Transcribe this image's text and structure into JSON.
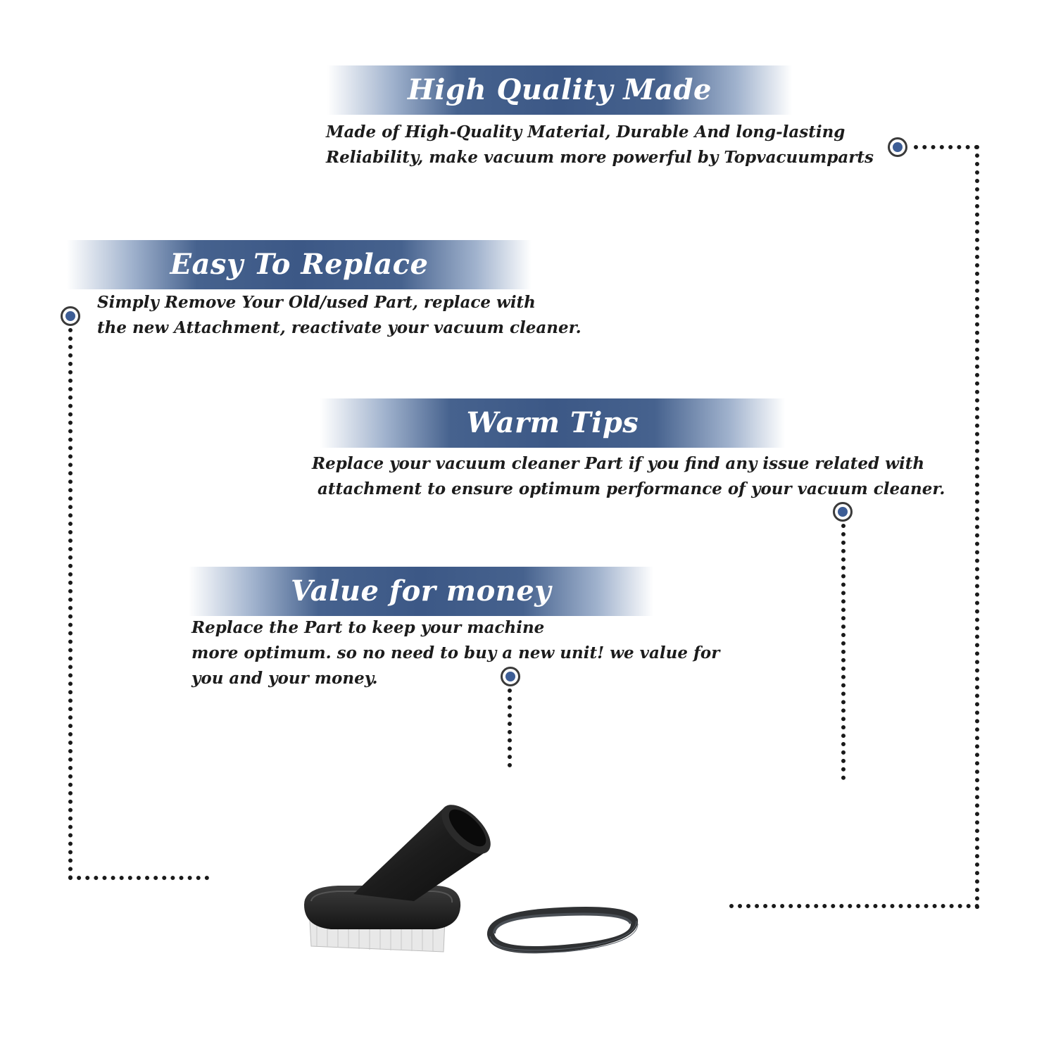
{
  "sections": [
    {
      "title": "High Quality Made",
      "lines": [
        "Made of  High-Quality Material, Durable And long-lasting",
        "Reliability, make vacuum more powerful by Topvacuumparts"
      ]
    },
    {
      "title": "Easy To Replace",
      "lines": [
        "Simply Remove Your Old/used Part, replace with",
        "the new Attachment, reactivate your vacuum cleaner."
      ]
    },
    {
      "title": "Warm Tips",
      "lines": [
        "Replace your vacuum cleaner Part if you find any issue related with",
        " attachment to ensure optimum performance of your vacuum cleaner."
      ]
    },
    {
      "title": "Value for money",
      "lines": [
        "Replace the Part to keep your machine",
        "more optimum. so no need to buy a new unit! we value for",
        "you and your money."
      ]
    }
  ],
  "product": {
    "items": [
      "dusting-brush",
      "drive-belt"
    ]
  },
  "colors": {
    "banner": "#3c5886",
    "marker": "#3d5d95",
    "text": "#1c1c1c",
    "dots": "#1a1a1a"
  }
}
